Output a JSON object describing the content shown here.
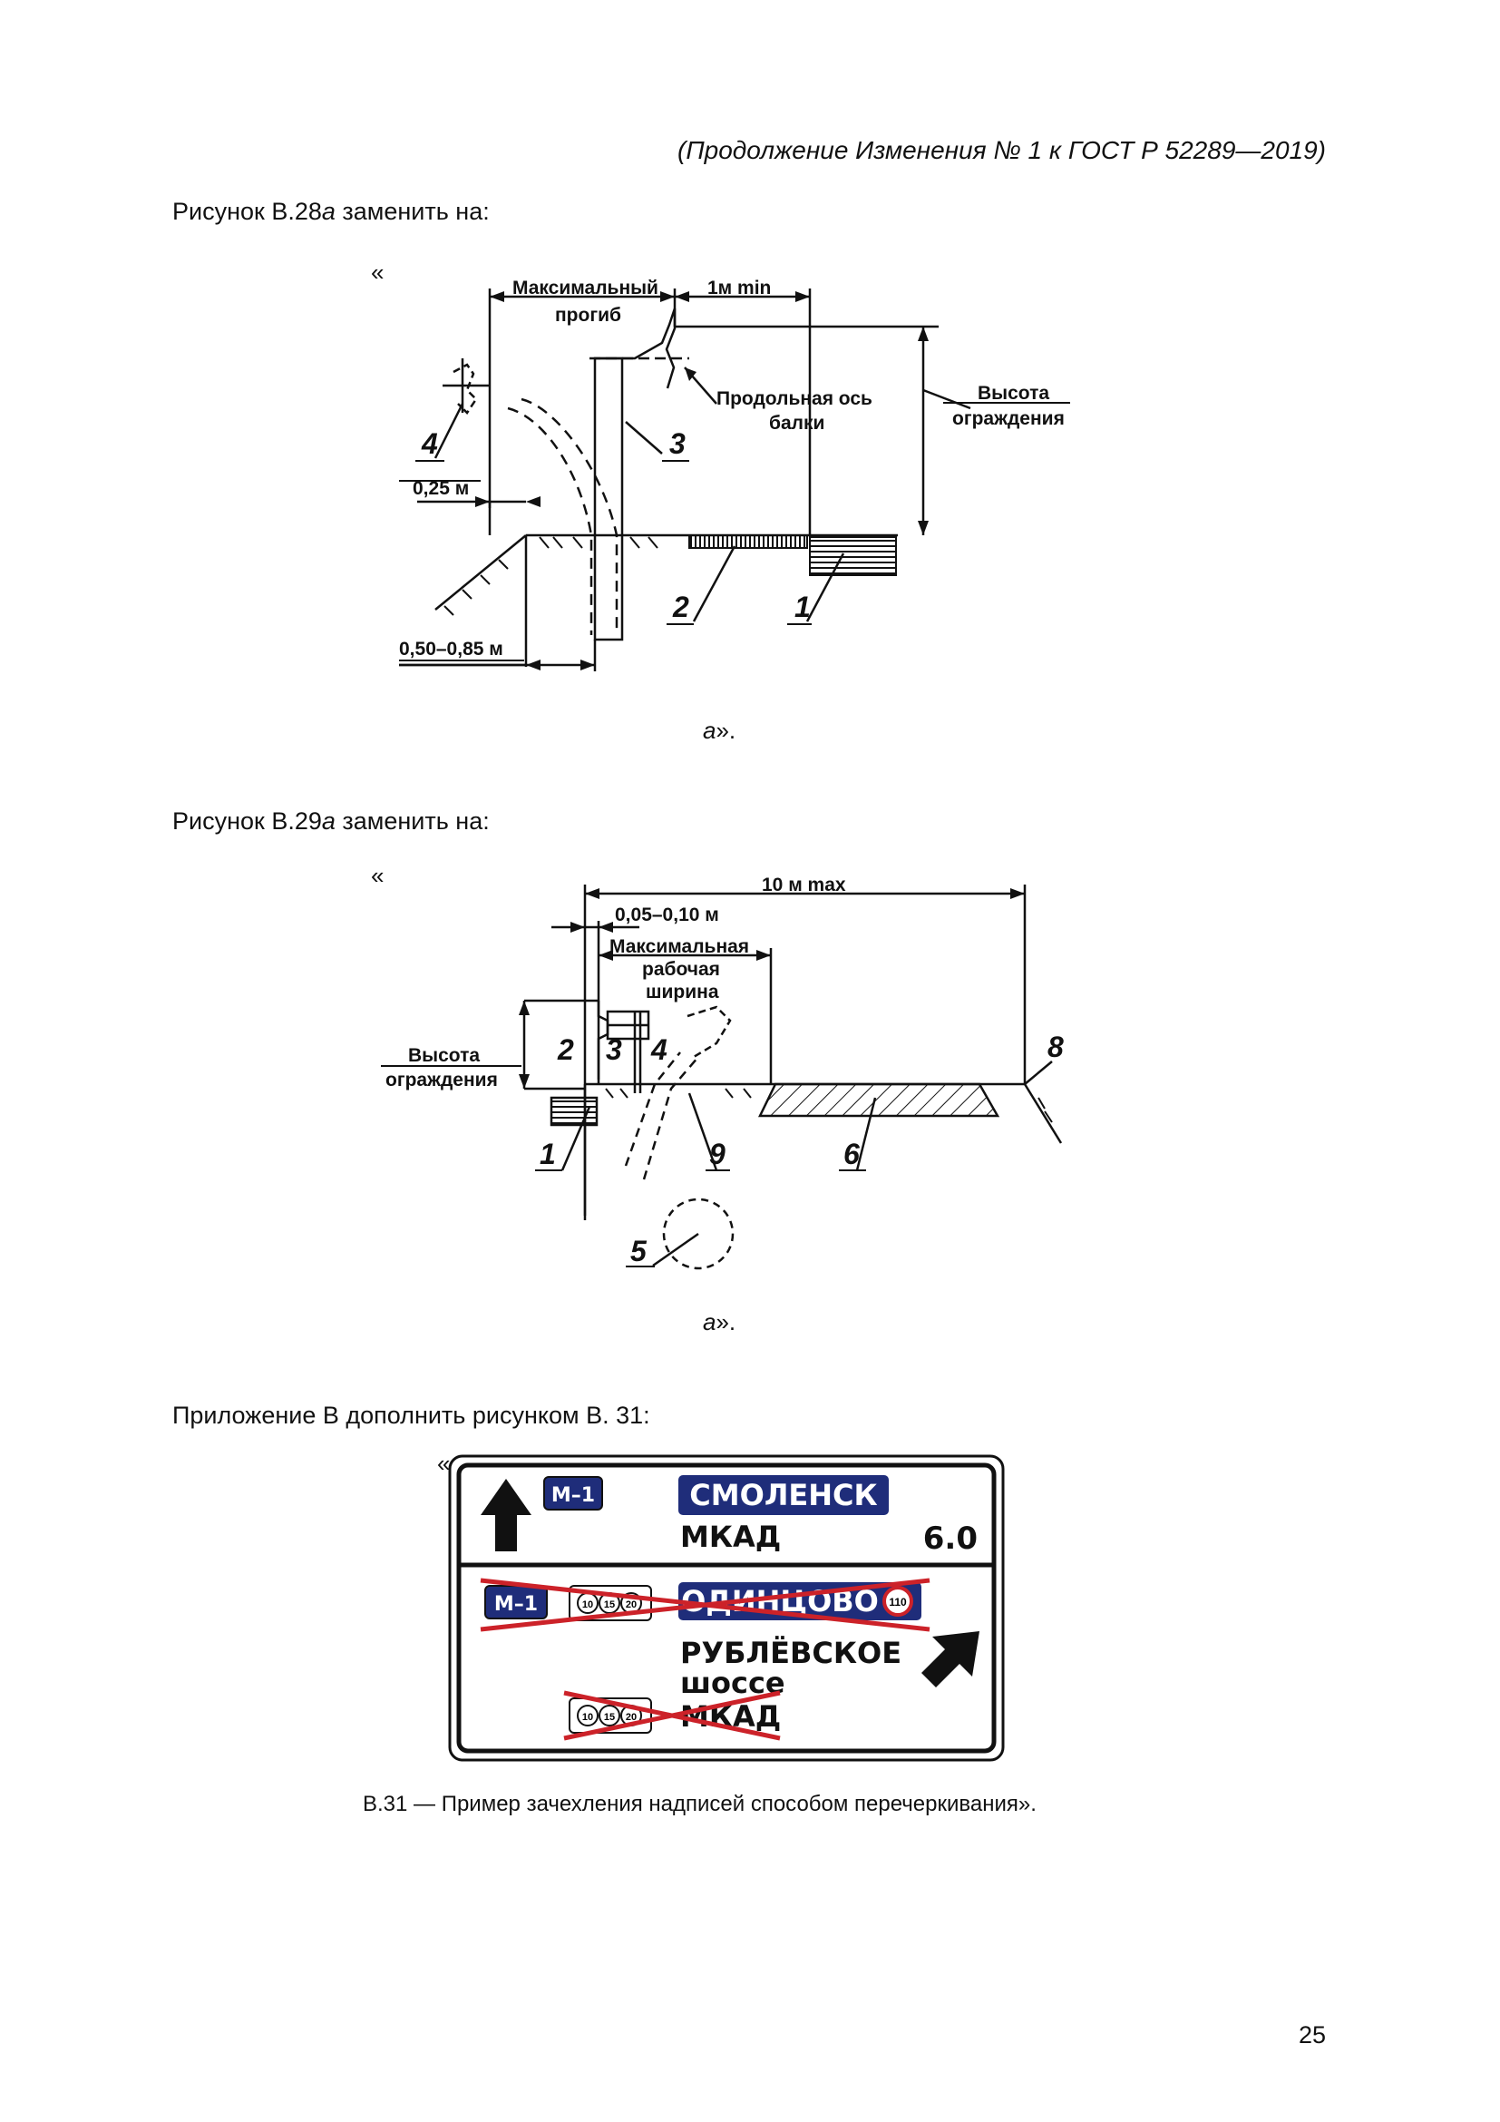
{
  "header": "(Продолжение Изменения № 1 к ГОСТ Р 52289—2019)",
  "fig28": {
    "instruction_prefix": "Рисунок В.28",
    "instruction_italic": "а",
    "instruction_suffix": " заменить на:",
    "open_quote": "«",
    "labels": {
      "max_deflection_1": "Максимальный",
      "max_deflection_2": "прогиб",
      "min_1m": "1м min",
      "axis_1": "Продольная ось",
      "axis_2": "балки",
      "height_1": "Высота",
      "height_2": "ограждения",
      "dist_025": "0,25 м",
      "dist_050": "0,50–0,85 м"
    },
    "numbers": [
      "1",
      "2",
      "3",
      "4"
    ],
    "caption_italic": "а",
    "caption_suffix": "»."
  },
  "fig29": {
    "instruction_prefix": "Рисунок В.29",
    "instruction_italic": "а",
    "instruction_suffix": " заменить на:",
    "open_quote": "«",
    "labels": {
      "max10": "10 м max",
      "dist005": "0,05–0,10 м",
      "work_1": "Максимальная",
      "work_2": "рабочая",
      "work_3": "ширина",
      "height_1": "Высота",
      "height_2": "ограждения"
    },
    "numbers": [
      "1",
      "2",
      "3",
      "4",
      "5",
      "6",
      "8",
      "9"
    ],
    "caption_italic": "а",
    "caption_suffix": "»."
  },
  "fig31": {
    "instruction": "Приложение В дополнить рисунком В. 31:",
    "open_quote": "«",
    "sign": {
      "route_top": "М–1",
      "dest_top": "СМОЛЕНСК",
      "mkad_top": "МКАД",
      "distance": "6.0",
      "route_crossed": "М–1",
      "tonnage": [
        "10",
        "15",
        "20"
      ],
      "dest_crossed": "ОДИНЦОВО",
      "speed": "110",
      "road_1": "РУБЛЁВСКОЕ",
      "road_2": "шоссе",
      "tonnage_bottom": [
        "10",
        "15",
        "20"
      ],
      "mkad_crossed": "МКАД"
    },
    "colors": {
      "sign_blue": "#1f2d7a",
      "cross_red": "#cc2229"
    },
    "caption": "В.31 — Пример зачехления надписей способом перечеркивания»."
  },
  "page_number": "25"
}
